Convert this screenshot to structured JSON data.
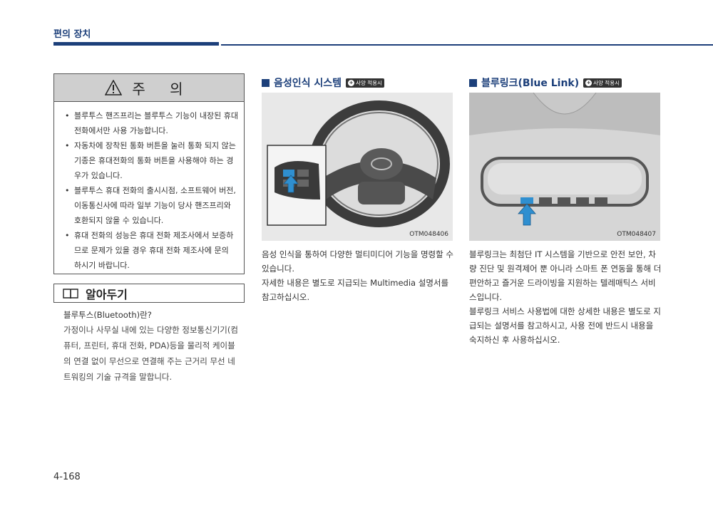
{
  "header": {
    "section_title": "편의 장치"
  },
  "caution": {
    "title": "주 의",
    "items": [
      "블루투스 핸즈프리는 블루투스 기능이 내장된 휴대 전화에서만 사용 가능합니다.",
      "자동차에 장착된 통화 버튼을 눌러 통화 되지 않는 기종은 휴대전화의 통화 버튼을 사용해야 하는 경우가 있습니다.",
      "블루투스 휴대 전화의 출시시점, 소프트웨어 버전, 이동통신사에 따라 일부 기능이 당사 핸즈프리와 호환되지 않을 수 있습니다.",
      "휴대 전화의 성능은 휴대 전화 제조사에서 보증하므로 문제가 있을 경우 휴대 전화 제조사에 문의 하시기 바랍니다."
    ]
  },
  "note": {
    "title": "알아두기",
    "subtitle": "블루투스(Bluetooth)란?",
    "body": "가정이나 사무실 내에 있는 다양한 정보통신기기(컴퓨터, 프린터, 휴대 전화, PDA)등을 물리적 케이블의 연결 없이 무선으로 연결해 주는 근거리 무선 네트워킹의 기술 규격을 말합니다."
  },
  "voice": {
    "title": "음성인식 시스템",
    "badge": "사양 적용시",
    "figure_code": "OTM048406",
    "paragraphs": [
      "음성 인식을 통하여 다양한 멀티미디어 기능을 명령할 수 있습니다.",
      "자세한 내용은 별도로 지급되는 Multimedia 설명서를 참고하십시오."
    ]
  },
  "bluelink": {
    "title": "블루링크(Blue Link)",
    "badge": "사양 적용시",
    "figure_code": "OTM048407",
    "paragraphs": [
      "블루링크는 최첨단 IT 시스템을 기반으로 안전 보안, 차량 진단 및 원격제어 뿐 아니라 스마트 폰 연동을 통해 더 편안하고 즐거운 드라이빙을 지원하는 텔레매틱스 서비스입니다.",
      "블루링크 서비스 사용법에 대한 상세한 내용은 별도로 지급되는 설명서를 참고하시고, 사용 전에 반드시 내용을 숙지하신 후 사용하십시오."
    ]
  },
  "footer": {
    "page_number": "4-168"
  },
  "colors": {
    "accent": "#1c3f7a",
    "arrow": "#2f8fd0"
  },
  "icons": {
    "warning": "warning-triangle-icon",
    "book": "book-icon",
    "option": "option-plus-icon"
  }
}
